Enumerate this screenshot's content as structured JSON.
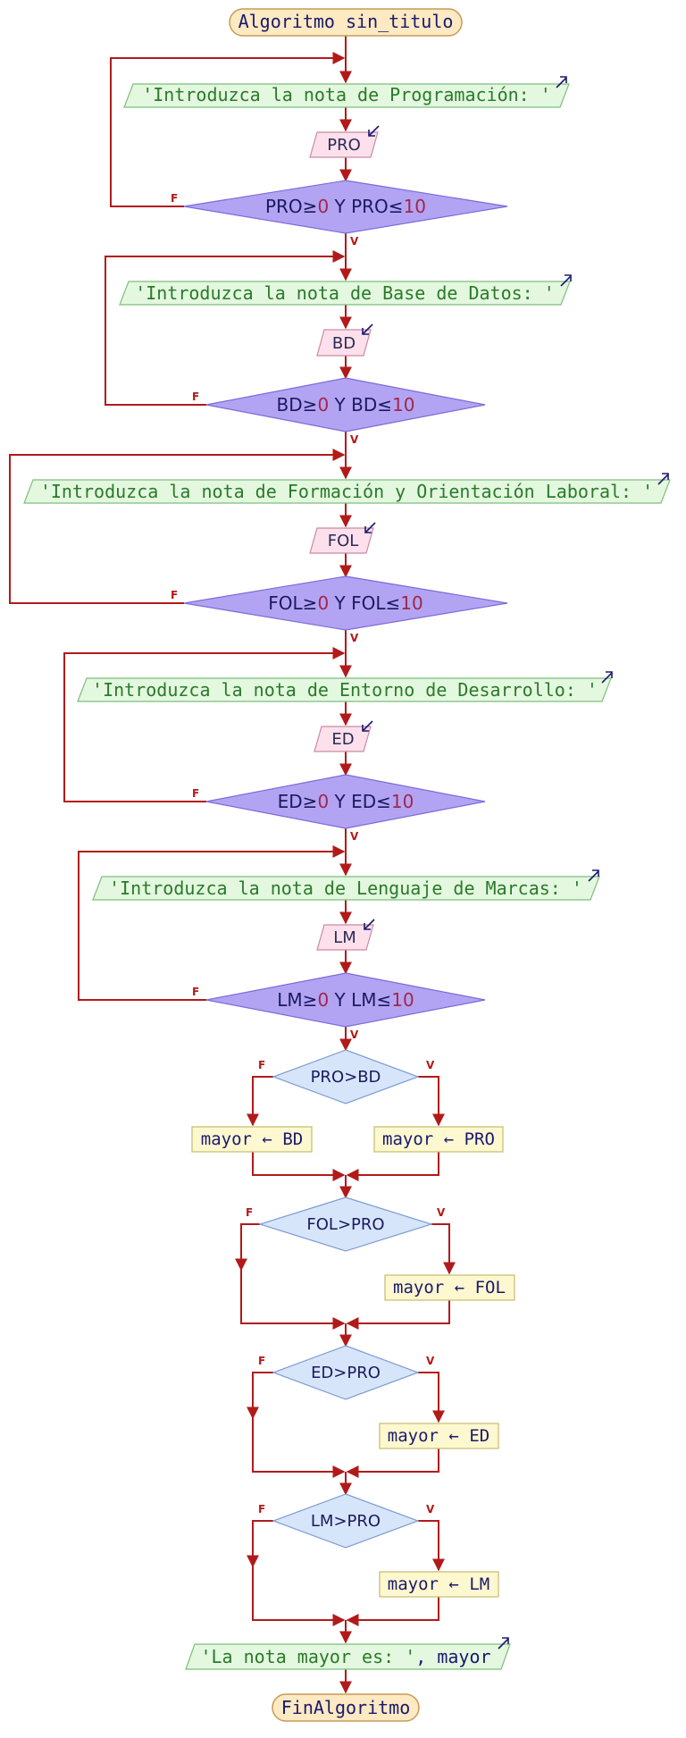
{
  "start_label": "Algoritmo sin_titulo",
  "end_label": "FinAlgoritmo",
  "false_label": "F",
  "true_label": "V",
  "assign_arrow": "←",
  "colors": {
    "edge": "#b21a1a",
    "terminal_fill": "#fde9c2",
    "terminal_stroke": "#c89a55",
    "output_fill": "#e3f8df",
    "output_stroke": "#7cbf7c",
    "input_fill": "#fde0ec",
    "input_stroke": "#c98aa5",
    "loop_fill": "#b3a4f3",
    "loop_stroke": "#7d6ad8",
    "cond_fill": "#d7e5fb",
    "cond_stroke": "#7f9ed2",
    "assign_fill": "#fdf8cf",
    "assign_stroke": "#c4bc6e"
  },
  "loops": [
    {
      "prompt": "'Introduzca la nota de Programación: '",
      "var": "PRO",
      "cond_a": "PRO≥",
      "cond_b": "0",
      "cond_c": " Y PRO≤",
      "cond_d": "10"
    },
    {
      "prompt": "'Introduzca la nota de Base de Datos: '",
      "var": "BD",
      "cond_a": "BD≥",
      "cond_b": "0",
      "cond_c": " Y BD≤",
      "cond_d": "10"
    },
    {
      "prompt": "'Introduzca la nota de Formación y Orientación Laboral: '",
      "var": "FOL",
      "cond_a": "FOL≥",
      "cond_b": "0",
      "cond_c": " Y FOL≤",
      "cond_d": "10"
    },
    {
      "prompt": "'Introduzca la nota de Entorno de Desarrollo: '",
      "var": "ED",
      "cond_a": "ED≥",
      "cond_b": "0",
      "cond_c": " Y ED≤",
      "cond_d": "10"
    },
    {
      "prompt": "'Introduzca la nota de Lenguaje de Marcas: '",
      "var": "LM",
      "cond_a": "LM≥",
      "cond_b": "0",
      "cond_c": " Y LM≤",
      "cond_d": "10"
    }
  ],
  "decisions": [
    {
      "cond": "PRO>BD",
      "false_var": "mayor",
      "false_val": "BD",
      "true_var": "mayor",
      "true_val": "PRO"
    },
    {
      "cond": "FOL>PRO",
      "true_var": "mayor",
      "true_val": "FOL"
    },
    {
      "cond": "ED>PRO",
      "true_var": "mayor",
      "true_val": "ED"
    },
    {
      "cond": "LM>PRO",
      "true_var": "mayor",
      "true_val": "LM"
    }
  ],
  "final_output_a": "'La nota mayor es: '",
  "final_output_b": ", mayor"
}
